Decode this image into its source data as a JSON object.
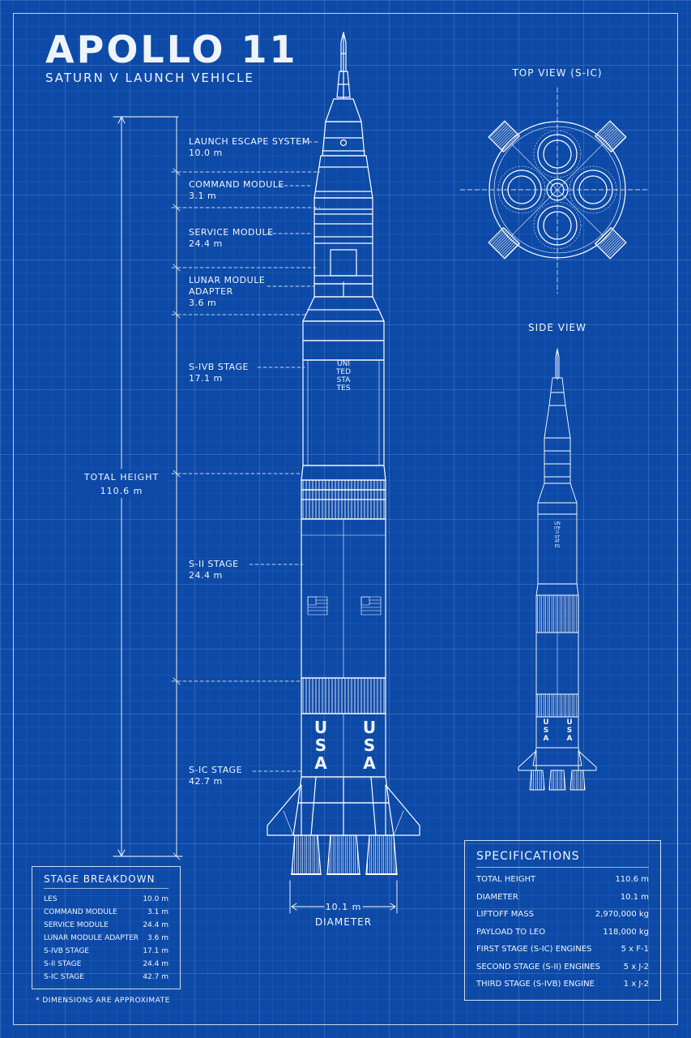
{
  "title": "APOLLO 11",
  "subtitle": "SATURN V LAUNCH VEHICLE",
  "views": {
    "top": "TOP VIEW (S-IC)",
    "side": "SIDE VIEW"
  },
  "total_height": {
    "label": "TOTAL HEIGHT",
    "value": "110.6 m"
  },
  "diameter": {
    "value": "10.1 m",
    "label": "DIAMETER"
  },
  "rocket_text": {
    "vertical": "UNITED STATES",
    "usa": "USA"
  },
  "callouts": [
    {
      "label": "LAUNCH ESCAPE SYSTEM",
      "value": "10.0 m"
    },
    {
      "label": "COMMAND MODULE",
      "value": "3.1 m"
    },
    {
      "label": "SERVICE MODULE",
      "value": "24.4 m"
    },
    {
      "label": "LUNAR MODULE ADAPTER",
      "value": "3.6 m"
    },
    {
      "label": "S-IVB STAGE",
      "value": "17.1 m"
    },
    {
      "label": "S-II STAGE",
      "value": "24.4 m"
    },
    {
      "label": "S-IC STAGE",
      "value": "42.7 m"
    }
  ],
  "stage_breakdown": {
    "title": "STAGE BREAKDOWN",
    "rows": [
      {
        "name": "LES",
        "value": "10.0 m"
      },
      {
        "name": "COMMAND MODULE",
        "value": "3.1 m"
      },
      {
        "name": "SERVICE MODULE",
        "value": "24.4 m"
      },
      {
        "name": "LUNAR MODULE ADAPTER",
        "value": "3.6 m"
      },
      {
        "name": "S-IVB STAGE",
        "value": "17.1 m"
      },
      {
        "name": "S-II STAGE",
        "value": "24.4 m"
      },
      {
        "name": "S-IC STAGE",
        "value": "42.7 m"
      }
    ]
  },
  "specifications": {
    "title": "SPECIFICATIONS",
    "rows": [
      {
        "name": "TOTAL HEIGHT",
        "value": "110.6 m"
      },
      {
        "name": "DIAMETER",
        "value": "10.1 m"
      },
      {
        "name": "LIFTOFF MASS",
        "value": "2,970,000 kg"
      },
      {
        "name": "PAYLOAD TO LEO",
        "value": "118,000 kg"
      },
      {
        "name": "FIRST STAGE (S-IC) ENGINES",
        "value": "5 x F-1"
      },
      {
        "name": "SECOND STAGE (S-II) ENGINES",
        "value": "5 x J-2"
      },
      {
        "name": "THIRD STAGE (S-IVB) ENGINE",
        "value": "1 x J-2"
      }
    ]
  },
  "footnote": "* DIMENSIONS ARE APPROXIMATE",
  "colors": {
    "background": "#0d4aa8",
    "line": "#ffffff"
  }
}
